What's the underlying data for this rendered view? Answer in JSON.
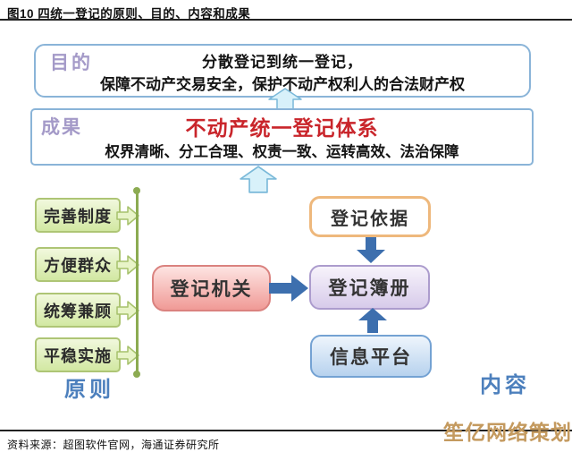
{
  "figure": {
    "title": "图10 四统一登记的原则、目的、内容和成果"
  },
  "purpose": {
    "label": "目的",
    "line1": "分散登记到统一登记，",
    "line2": "保障不动产交易安全，保护不动产权利人的合法财产权"
  },
  "achievement": {
    "label": "成果",
    "heading": "不动产统一登记体系",
    "subtitle": "权界清晰、分工合理、权责一致、运转高效、法治保障"
  },
  "principles": {
    "label": "原则",
    "items": [
      "完善制度",
      "方便群众",
      "统筹兼顾",
      "平稳实施"
    ]
  },
  "content": {
    "label": "内容",
    "registry_authority": "登记机关",
    "registry_book": "登记簿册",
    "registry_basis": "登记依据",
    "info_platform": "信息平台"
  },
  "footer": {
    "source": "资料来源：超图软件官网，海通证券研究所"
  },
  "watermark": "笙亿网络策划",
  "colors": {
    "heading_red": "#c9252b",
    "label_purple": "#a49ac8",
    "section_blue": "#4d80bd",
    "arrow_blue": "#3d6fae",
    "arrow_cyan": "#d8f1fa",
    "line_green": "#8cab52",
    "watermark_gold": "#c49a5f"
  }
}
